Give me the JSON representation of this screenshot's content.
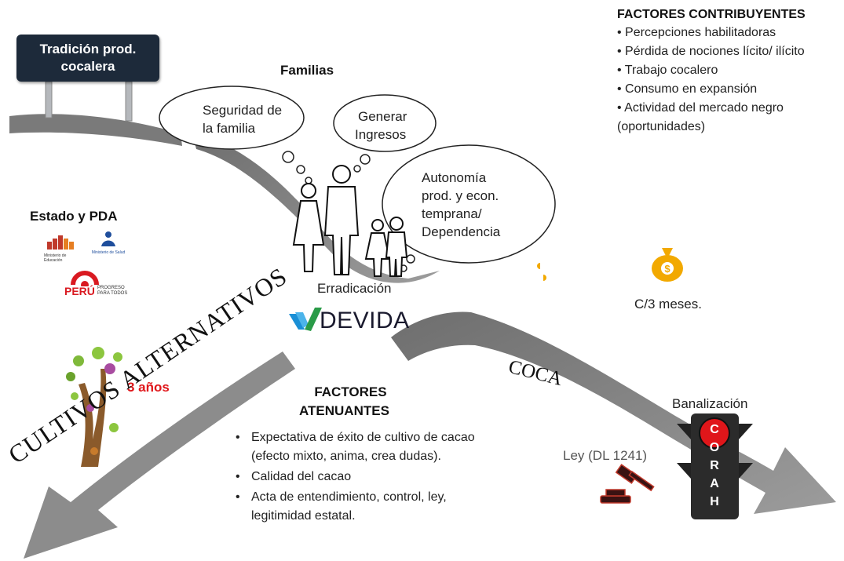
{
  "sign": {
    "line1": "Tradición prod.",
    "line2": "cocalera"
  },
  "families": {
    "title": "Familias",
    "clouds": {
      "security": [
        "Seguridad de",
        "la familia"
      ],
      "income": [
        "Generar",
        "Ingresos"
      ],
      "autonomy": [
        "Autonomía",
        "prod. y econ.",
        "temprana/",
        "Dependencia"
      ]
    }
  },
  "factores_contribuyentes": {
    "title": "FACTORES CONTRIBUYENTES",
    "items": [
      "Percepciones habilitadoras",
      "Pérdida de nociones lícito/ ilícito",
      "Trabajo cocalero",
      "Consumo en expansión",
      "Actividad del mercado negro (oportunidades)"
    ]
  },
  "estado": {
    "title": "Estado y PDA",
    "logo_peru": "PERÚ",
    "logo_peru_tag1": "PROGRESO",
    "logo_peru_tag2": "PARA TODOS",
    "logo_minedu": "Ministerio de Educación",
    "logo_minsa": "Ministerio de Salud"
  },
  "erradicacion": "Erradicación",
  "devida": "DEVIDA",
  "payment": "C/3 meses.",
  "tree_label": "3 años",
  "road_labels": {
    "alternativos": "CULTIVOS ALTERNATIVOS",
    "coca": "COCA"
  },
  "factores_atenuantes": {
    "title_line1": "FACTORES",
    "title_line2": "ATENUANTES",
    "items": [
      "Expectativa de éxito de cultivo de cacao (efecto mixto, anima, crea dudas).",
      "Calidad del cacao",
      "Acta de entendimiento, control, ley, legitimidad estatal."
    ]
  },
  "banalizacion": "Banalización",
  "corah_letters": [
    "C",
    "O",
    "R",
    "A",
    "H"
  ],
  "ley": "Ley (DL 1241)",
  "colors": {
    "road": "#7f7f7f",
    "road_light": "#9a9a9a",
    "sign": "#1d2a3a",
    "red": "#e0161a",
    "devida_blue": "#1a8fd6",
    "money": "#f2a900"
  }
}
